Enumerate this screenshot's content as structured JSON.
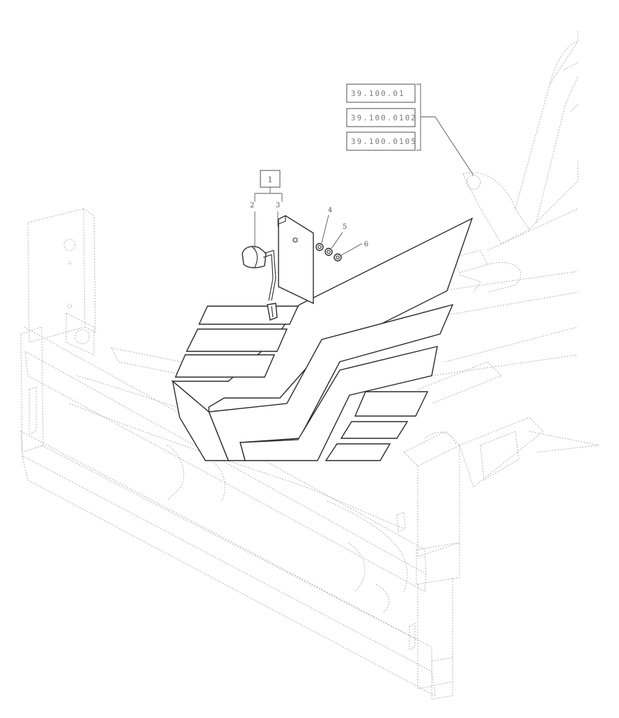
{
  "drawing": {
    "reference_codes": [
      "39.100.01",
      "39.100.0102",
      "39.100.0105"
    ],
    "assembly_callout": "1",
    "item_numbers": [
      "2",
      "3",
      "4",
      "5",
      "6"
    ]
  },
  "colors": {
    "line": "#2a2a2a",
    "ghost": "#b4b4b4",
    "label": "#7a7a7a"
  }
}
